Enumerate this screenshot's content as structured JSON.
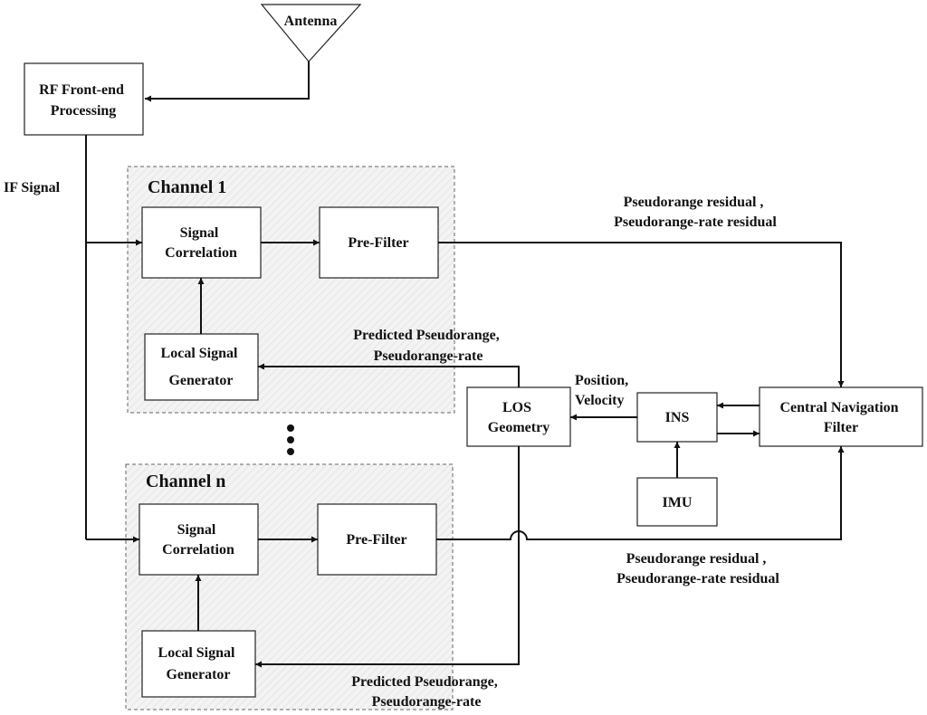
{
  "blocks": {
    "antenna": "Antenna",
    "rf_front_end": [
      "RF Front-end",
      "Processing"
    ],
    "ch1_signal_correlation": [
      "Signal",
      "Correlation"
    ],
    "ch1_pre_filter": "Pre-Filter",
    "ch1_local_signal_generator": [
      "Local Signal",
      "Generator"
    ],
    "chn_signal_correlation": [
      "Signal",
      "Correlation"
    ],
    "chn_pre_filter": "Pre-Filter",
    "chn_local_signal_generator": [
      "Local Signal",
      "Generator"
    ],
    "los_geometry": [
      "LOS",
      "Geometry"
    ],
    "ins": "INS",
    "imu": "IMU",
    "central_navigation_filter": [
      "Central Navigation",
      "Filter"
    ]
  },
  "groups": {
    "channel_1": "Channel 1",
    "channel_n": "Channel n"
  },
  "signals": {
    "if_signal": "IF Signal",
    "residual_top": [
      "Pseudorange residual ,",
      "Pseudorange-rate residual"
    ],
    "residual_bottom": [
      "Pseudorange residual ,",
      "Pseudorange-rate residual"
    ],
    "predicted_top": [
      "Predicted Pseudorange,",
      "Pseudorange-rate"
    ],
    "predicted_bottom": [
      "Predicted Pseudorange,",
      "Pseudorange-rate"
    ],
    "position_velocity": [
      "Position,",
      "Velocity"
    ]
  }
}
